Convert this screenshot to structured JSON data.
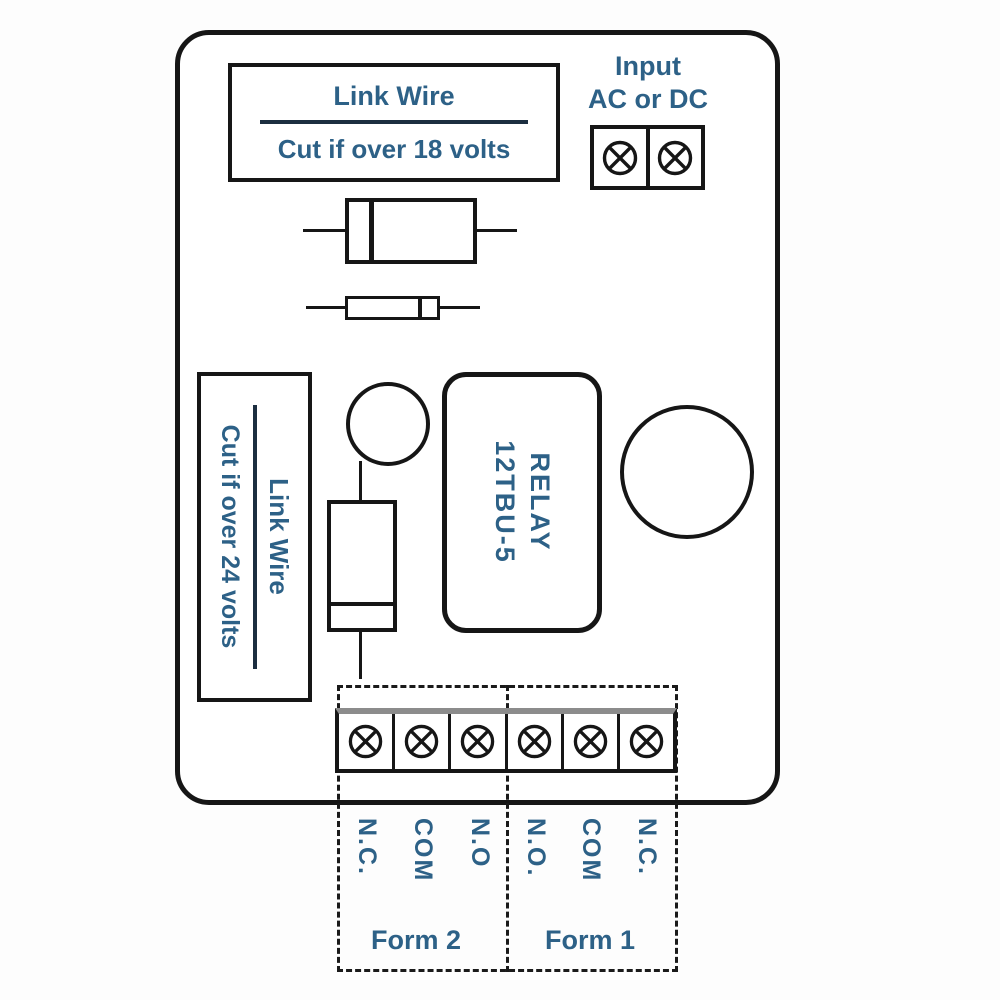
{
  "top_box": {
    "title": "Link Wire",
    "note": "Cut if over 18 volts"
  },
  "input": {
    "title": "Input",
    "subtitle": "AC or DC"
  },
  "left_box": {
    "title": "Link Wire",
    "note": "Cut if over 24 volts"
  },
  "relay": {
    "name": "RELAY",
    "model": "12TBU-5"
  },
  "terminals": {
    "labels": [
      "N.C.",
      "COM",
      "N.O",
      "N.O.",
      "COM",
      "N.C."
    ]
  },
  "forms": {
    "left": "Form 2",
    "right": "Form 1"
  },
  "colors": {
    "text_blue": "#2d6187",
    "line_black": "#161616",
    "divider_navy": "#1c2e40",
    "strip_top_gray": "#8c8c8c"
  },
  "icons": {
    "screw": "circled-x screw terminal"
  }
}
